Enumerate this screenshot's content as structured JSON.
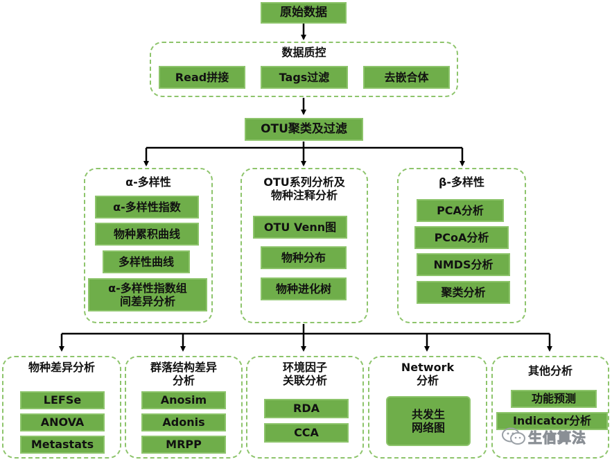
{
  "raw_data": "原始数据",
  "qc": {
    "title": "数据质控",
    "items": [
      "Read拼接",
      "Tags过滤",
      "去嵌合体"
    ]
  },
  "otu_cluster": "OTU聚类及过滤",
  "alpha": {
    "title": "α-多样性",
    "items": [
      "α-多样性指数",
      "物种累积曲线",
      "多样性曲线",
      "α-多样性指数组\n间差异分析"
    ]
  },
  "otu_series": {
    "title": "OTU系列分析及\n物种注释分析",
    "items": [
      "OTU Venn图",
      "物种分布",
      "物种进化树"
    ]
  },
  "beta": {
    "title": "β-多样性",
    "items": [
      "PCA分析",
      "PCoA分析",
      "NMDS分析",
      "聚类分析"
    ]
  },
  "bottom": [
    {
      "title": "物种差异分析",
      "items": [
        "LEFSe",
        "ANOVA",
        "Metastats"
      ]
    },
    {
      "title": "群落结构差异\n分析",
      "items": [
        "Anosim",
        "Adonis",
        "MRPP"
      ]
    },
    {
      "title": "环境因子\n关联分析",
      "items": [
        "RDA",
        "CCA"
      ]
    },
    {
      "title": "Network\n分析",
      "items": [
        "共发生\n网络图"
      ]
    },
    {
      "title": "其他分析",
      "items": [
        "功能预测",
        "Indicator分析"
      ]
    }
  ],
  "watermark": "生信算法",
  "colors": {
    "box_fill": "#6fae4a",
    "box_border": "#8dc46b",
    "dashed": "#8dc46b",
    "line": "#000000"
  }
}
